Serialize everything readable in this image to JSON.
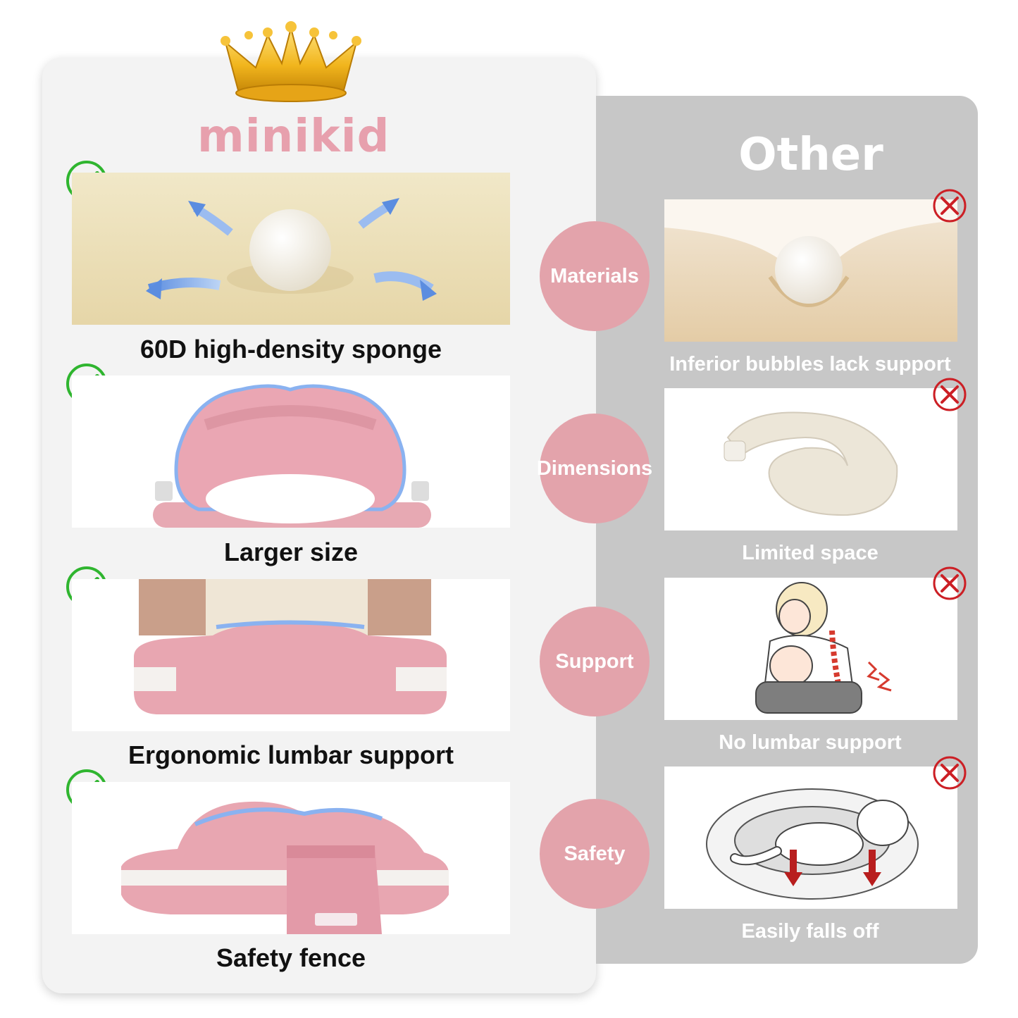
{
  "brand": {
    "name": "minikid",
    "color": "#e7a0ad",
    "crown_icon": "crown-icon"
  },
  "competitor": {
    "title": "Other"
  },
  "categories": [
    {
      "label": "Materials"
    },
    {
      "label": "Dimensions"
    },
    {
      "label": "Support"
    },
    {
      "label": "Safety"
    }
  ],
  "minikid_features": [
    {
      "caption": "60D high-density sponge",
      "icon": "check-icon",
      "image": "sponge-ball-image"
    },
    {
      "caption": "Larger size",
      "icon": "check-icon",
      "image": "pink-pillow-image"
    },
    {
      "caption": "Ergonomic lumbar support",
      "icon": "check-icon",
      "image": "lumbar-pillow-image"
    },
    {
      "caption": "Safety fence",
      "icon": "check-icon",
      "image": "safety-fence-image"
    }
  ],
  "other_features": [
    {
      "caption": "Inferior bubbles lack support",
      "icon": "cross-icon",
      "image": "sinking-sponge-image"
    },
    {
      "caption": "Limited space",
      "icon": "cross-icon",
      "image": "cream-pillow-image"
    },
    {
      "caption": "No lumbar support",
      "icon": "cross-icon",
      "image": "back-pain-illustration"
    },
    {
      "caption": "Easily falls off",
      "icon": "cross-icon",
      "image": "baby-falling-illustration"
    }
  ],
  "colors": {
    "left_panel": "#f3f3f3",
    "right_panel": "#c7c7c7",
    "circle": "#e3a3ab",
    "check": "#2fb52f",
    "cross": "#cc1f25"
  }
}
